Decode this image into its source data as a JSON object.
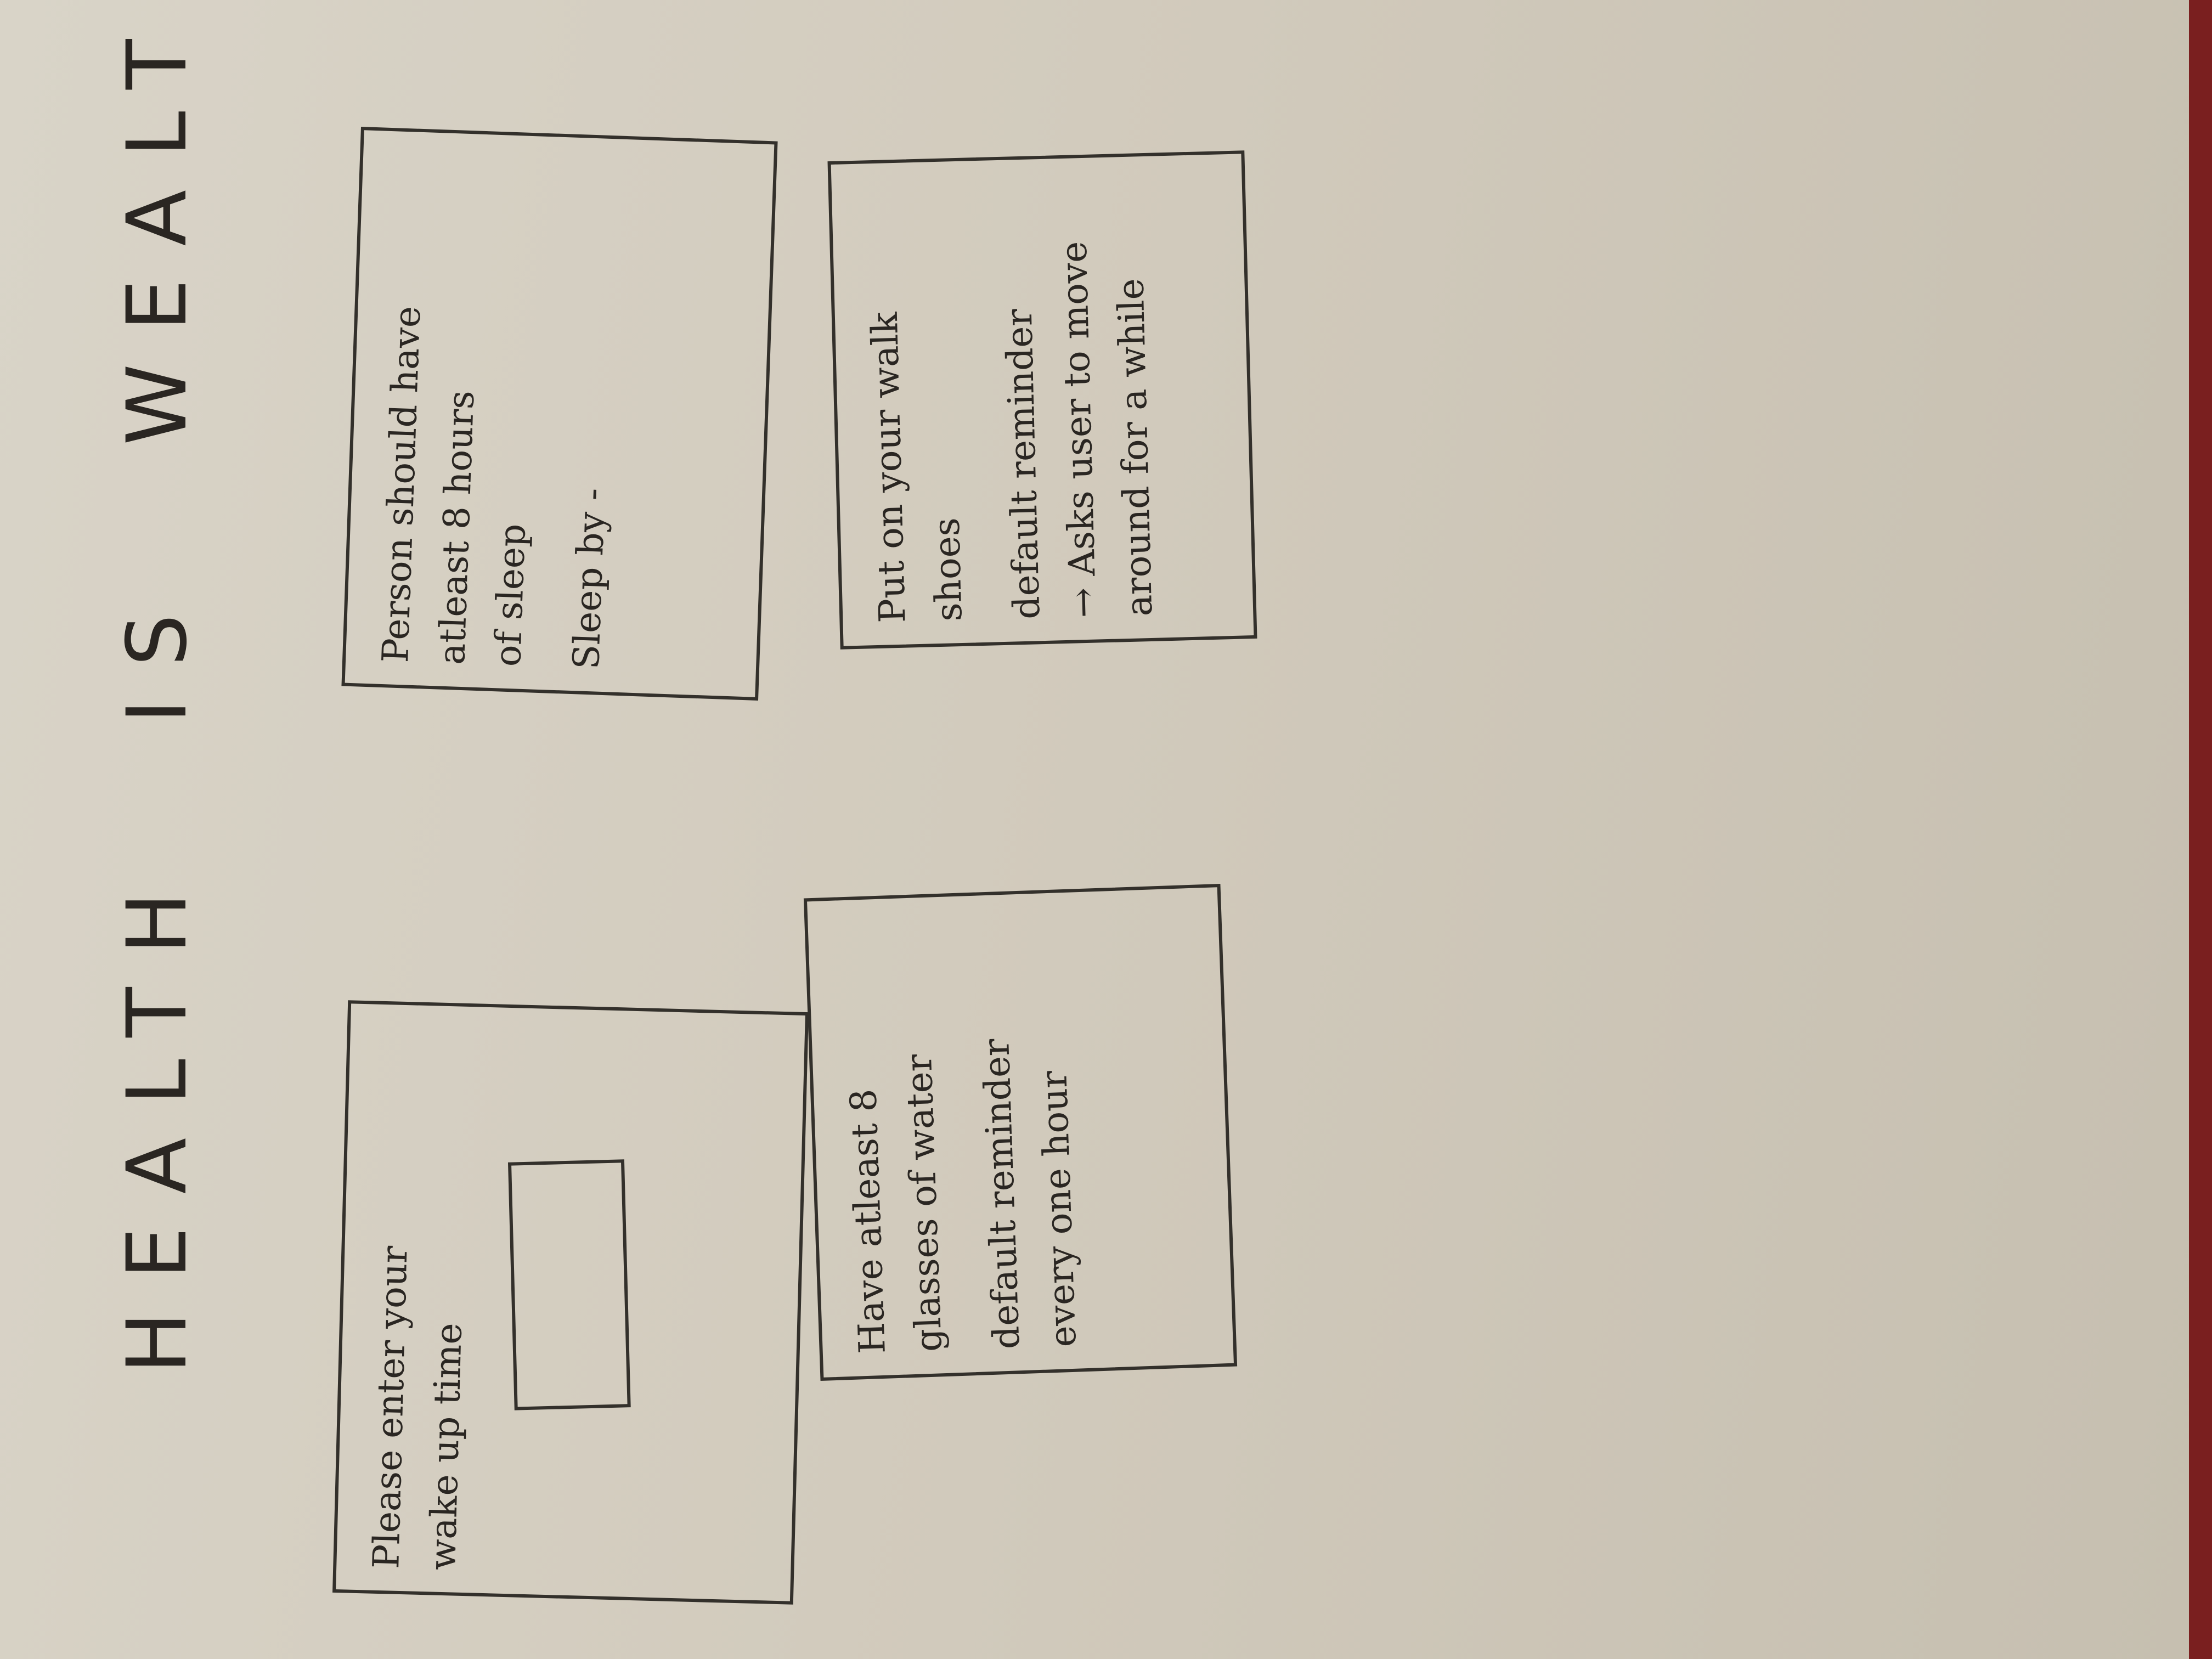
{
  "title": {
    "word1": "HEALTH",
    "word2": "IS",
    "word3": "WEALTH"
  },
  "wake_card": {
    "line1": "Please enter your",
    "line2": "wake up time"
  },
  "water_card": {
    "line1": "Have atleast 8",
    "line2": "glasses of water",
    "line3": "default reminder",
    "line4": "every one hour"
  },
  "sleep_card": {
    "line1": "Person should have",
    "line2": "atleast 8 hours",
    "line3": "of sleep",
    "line4": "Sleep by -"
  },
  "walk_card": {
    "line1": "Put on your walk",
    "line2": "shoes",
    "line3": "default reminder",
    "line4": "→ Asks user to move",
    "line5": "around for a while"
  }
}
